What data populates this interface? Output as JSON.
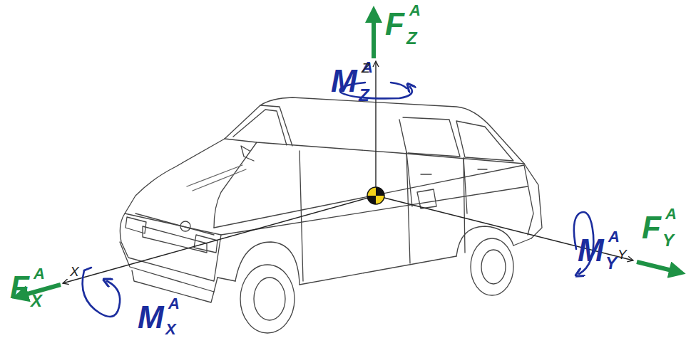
{
  "diagram": {
    "labels": [
      "F",
      "Z",
      "A",
      "M",
      "Z",
      "A",
      "F",
      "X",
      "A",
      "M",
      "X",
      "A",
      "F",
      "Y",
      "A",
      "M",
      "Y",
      "A",
      "Z",
      "X",
      "Y"
    ]
  }
}
